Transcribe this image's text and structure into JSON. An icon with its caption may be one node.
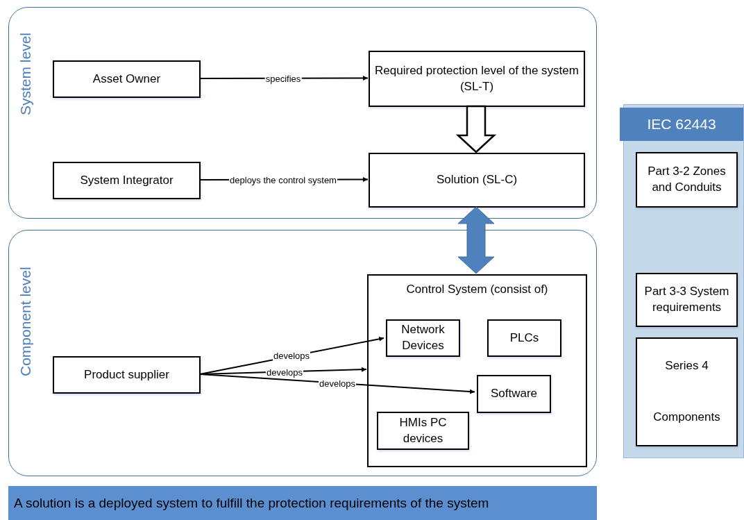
{
  "diagram": {
    "caption": "A solution is a deployed system to fulfill the protection requirements of the system",
    "nodes": [
      {
        "text": [
          "System level"
        ]
      },
      {
        "text": [
          "Asset Owner"
        ],
        "in": 0
      },
      {
        "text": [
          "Required protection level of the system (SL-T)"
        ],
        "in": 0
      },
      {
        "text": [
          "System Integrator"
        ],
        "in": 0
      },
      {
        "text": [
          "Solution (SL-C)"
        ],
        "in": 0
      },
      {
        "text": [
          "Component level"
        ]
      },
      {
        "text": [
          "Product supplier"
        ],
        "in": 5
      },
      {
        "text": [
          "Control System (consist of)"
        ],
        "in": 5
      },
      {
        "text": [
          "Network Devices"
        ],
        "in": 7
      },
      {
        "text": [
          "PLCs"
        ],
        "in": 7
      },
      {
        "text": [
          "Software"
        ],
        "in": 7
      },
      {
        "text": [
          "HMIs PC devices"
        ],
        "in": 7
      },
      {
        "text": [
          "IEC 62443"
        ]
      },
      {
        "text": [
          "Part 3-2 Zones and Conduits"
        ],
        "in": 12
      },
      {
        "text": [
          "Part 3-3 System requirements"
        ],
        "in": 12
      },
      {
        "text": [
          "Series 4",
          "Components"
        ],
        "in": 12
      }
    ],
    "edges": [
      {
        "from": 1,
        "to": 2,
        "arrow": "to",
        "label": "specifies"
      },
      {
        "from": 3,
        "to": 4,
        "arrow": "to",
        "label": "deploys the control system"
      },
      {
        "from": 2,
        "to": 4,
        "arrow": "to",
        "style": "thick"
      },
      {
        "from": 4,
        "to": 7,
        "arrow": "both",
        "style": "thick",
        "color": "#4f81bd"
      },
      {
        "from": 6,
        "to": 8,
        "arrow": "to",
        "label": "develops"
      },
      {
        "from": 6,
        "to": 7,
        "arrow": "to",
        "label": "develops"
      },
      {
        "from": 6,
        "to": 10,
        "arrow": "to",
        "label": "develops"
      }
    ]
  }
}
